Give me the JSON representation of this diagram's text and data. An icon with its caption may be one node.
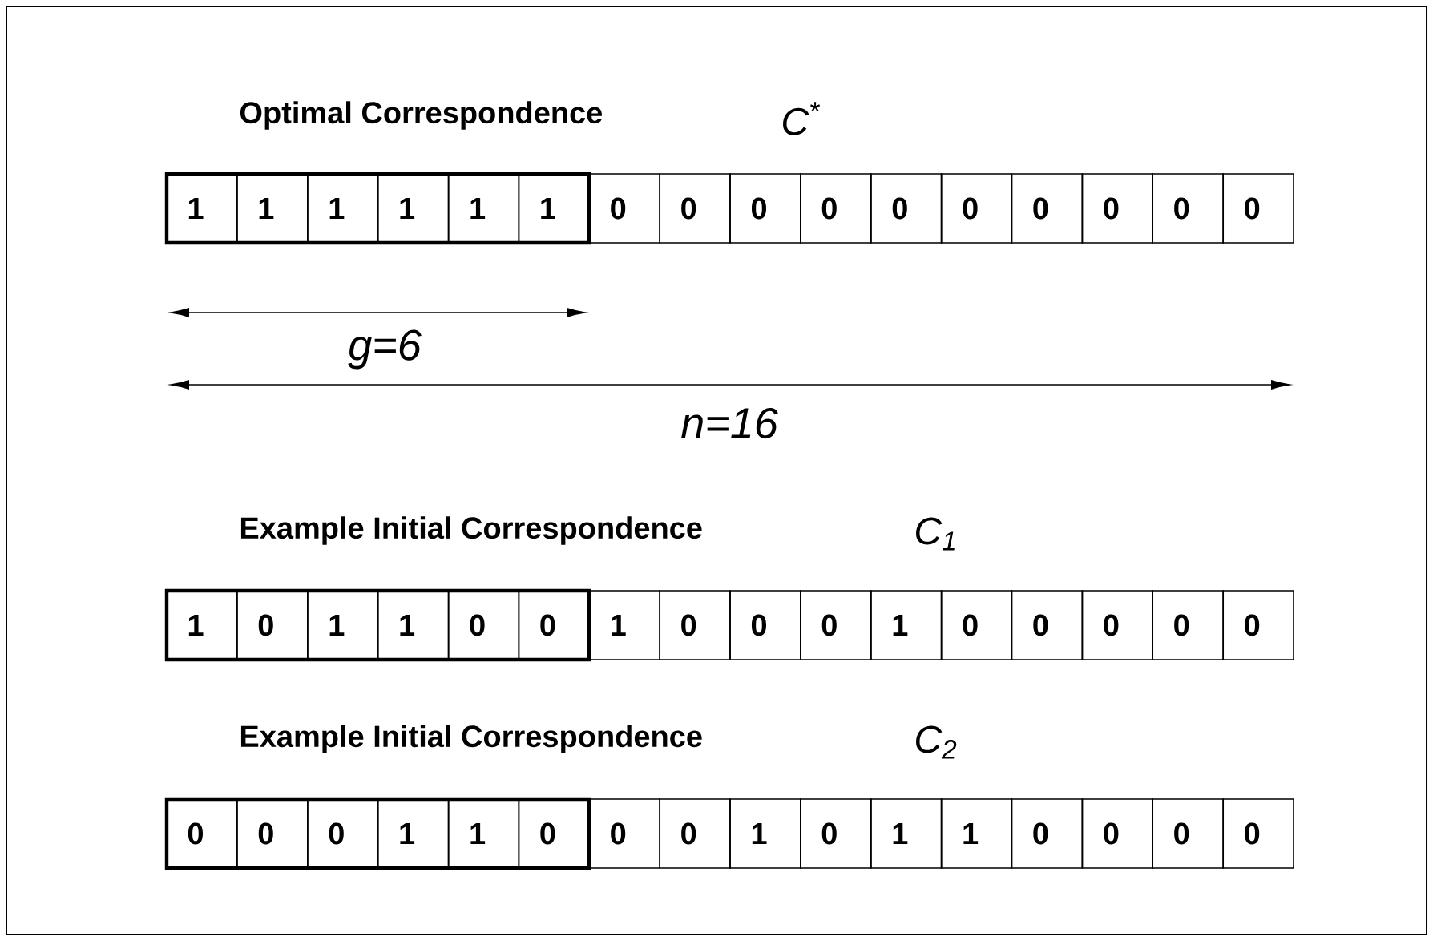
{
  "diagram": {
    "labels": [
      "Optimal Correspondence",
      "C$^{*}$",
      "1",
      "1",
      "1",
      "1",
      "1",
      "1",
      "0",
      "0",
      "0",
      "0",
      "0",
      "0",
      "0",
      "0",
      "0",
      "0",
      "g=6",
      "n=16",
      "Example Initial Correspondence",
      "C$_{1}$",
      "1",
      "0",
      "1",
      "1",
      "0",
      "0",
      "1",
      "0",
      "0",
      "0",
      "1",
      "0",
      "0",
      "0",
      "0",
      "0",
      "Example Initial Correspondence",
      "C$_{2}$",
      "0",
      "0",
      "0",
      "1",
      "1",
      "0",
      "0",
      "0",
      "1",
      "0",
      "1",
      "1",
      "0",
      "0",
      "0",
      "0"
    ]
  }
}
